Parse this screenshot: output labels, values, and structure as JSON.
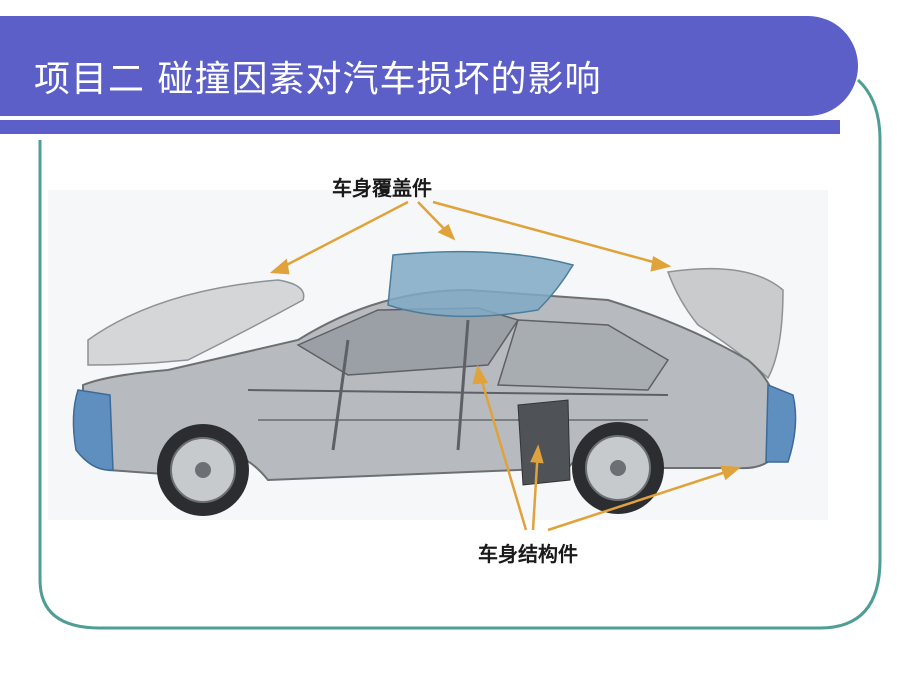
{
  "slide": {
    "title": "项目二  碰撞因素对汽车损坏的影响"
  },
  "figure": {
    "label_top": "车身覆盖件",
    "label_bottom": "车身结构件"
  },
  "colors": {
    "banner": "#5B5FC7",
    "frame_border": "#4F9E96",
    "arrow": "#E0A23A"
  }
}
